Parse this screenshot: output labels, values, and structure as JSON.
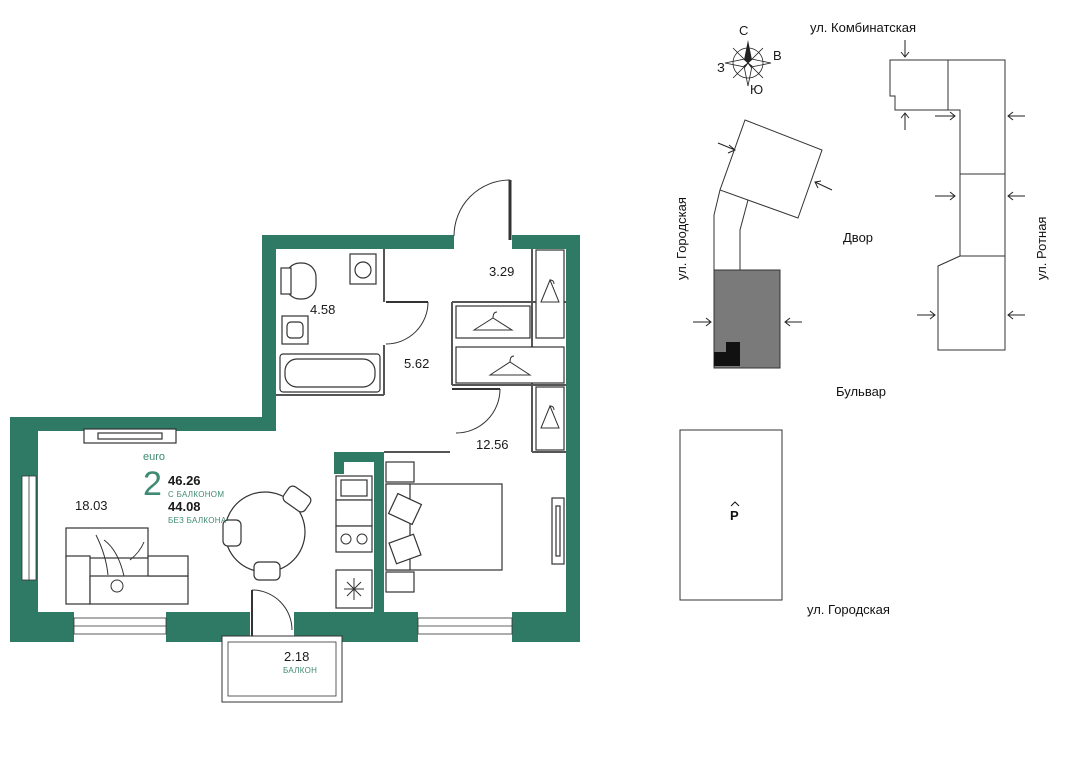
{
  "colors": {
    "wall": "#2e7a64",
    "accent": "#3f8a72",
    "building_highlight": "#7a7a7a"
  },
  "apartment": {
    "type_label": "euro",
    "rooms": "2",
    "area_with_balcony": "46.26",
    "with_balcony_label": "С БАЛКОНОМ",
    "area_without_balcony": "44.08",
    "without_balcony_label": "БЕЗ БАЛКОНА"
  },
  "rooms": {
    "bathroom": "4.58",
    "hallway": "5.62",
    "storage": "3.29",
    "bedroom": "12.56",
    "living": "18.03",
    "balcony": "2.18",
    "balcony_label": "БАЛКОН"
  },
  "compass": {
    "north": "С",
    "east": "В",
    "south": "Ю",
    "west": "З"
  },
  "site_plan": {
    "street_top": "ул. Комбинатская",
    "street_left": "ул. Городская",
    "street_right": "ул. Ротная",
    "street_bottom": "ул. Городская",
    "yard": "Двор",
    "boulevard": "Бульвар",
    "parking": "P"
  }
}
